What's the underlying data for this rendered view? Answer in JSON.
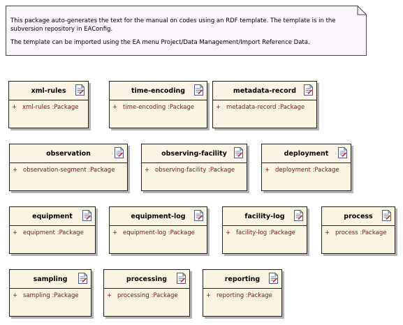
{
  "note": {
    "paragraphs": [
      "This package auto-generates the text for the manual on codes using an RDF template. The template is in the subversion repository in EAConfig.",
      "The template can be imported using the EA menu Project/Data Management/Import Reference Data."
    ]
  },
  "elements": [
    {
      "name": "xml-rules",
      "visibility": "+",
      "attr": "xml-rules  :Package"
    },
    {
      "name": "time-encoding",
      "visibility": "+",
      "attr": "time-encoding  :Package"
    },
    {
      "name": "metadata-record",
      "visibility": "+",
      "attr": "metadata-record  :Package"
    },
    {
      "name": "observation",
      "visibility": "+",
      "attr": "observation-segment  :Package"
    },
    {
      "name": "observing-facility",
      "visibility": "+",
      "attr": "observing-facility  :Package"
    },
    {
      "name": "deployment",
      "visibility": "+",
      "attr": "deployment  :Package"
    },
    {
      "name": "equipment",
      "visibility": "+",
      "attr": "equipment  :Package"
    },
    {
      "name": "equipment-log",
      "visibility": "+",
      "attr": "equipment-log  :Package"
    },
    {
      "name": "facility-log",
      "visibility": "+",
      "attr": "facility-log  :Package"
    },
    {
      "name": "process",
      "visibility": "+",
      "attr": "process  :Package"
    },
    {
      "name": "sampling",
      "visibility": "+",
      "attr": "sampling  :Package"
    },
    {
      "name": "processing",
      "visibility": "+",
      "attr": "processing  :Package"
    },
    {
      "name": "reporting",
      "visibility": "+",
      "attr": "reporting  :Package"
    }
  ]
}
